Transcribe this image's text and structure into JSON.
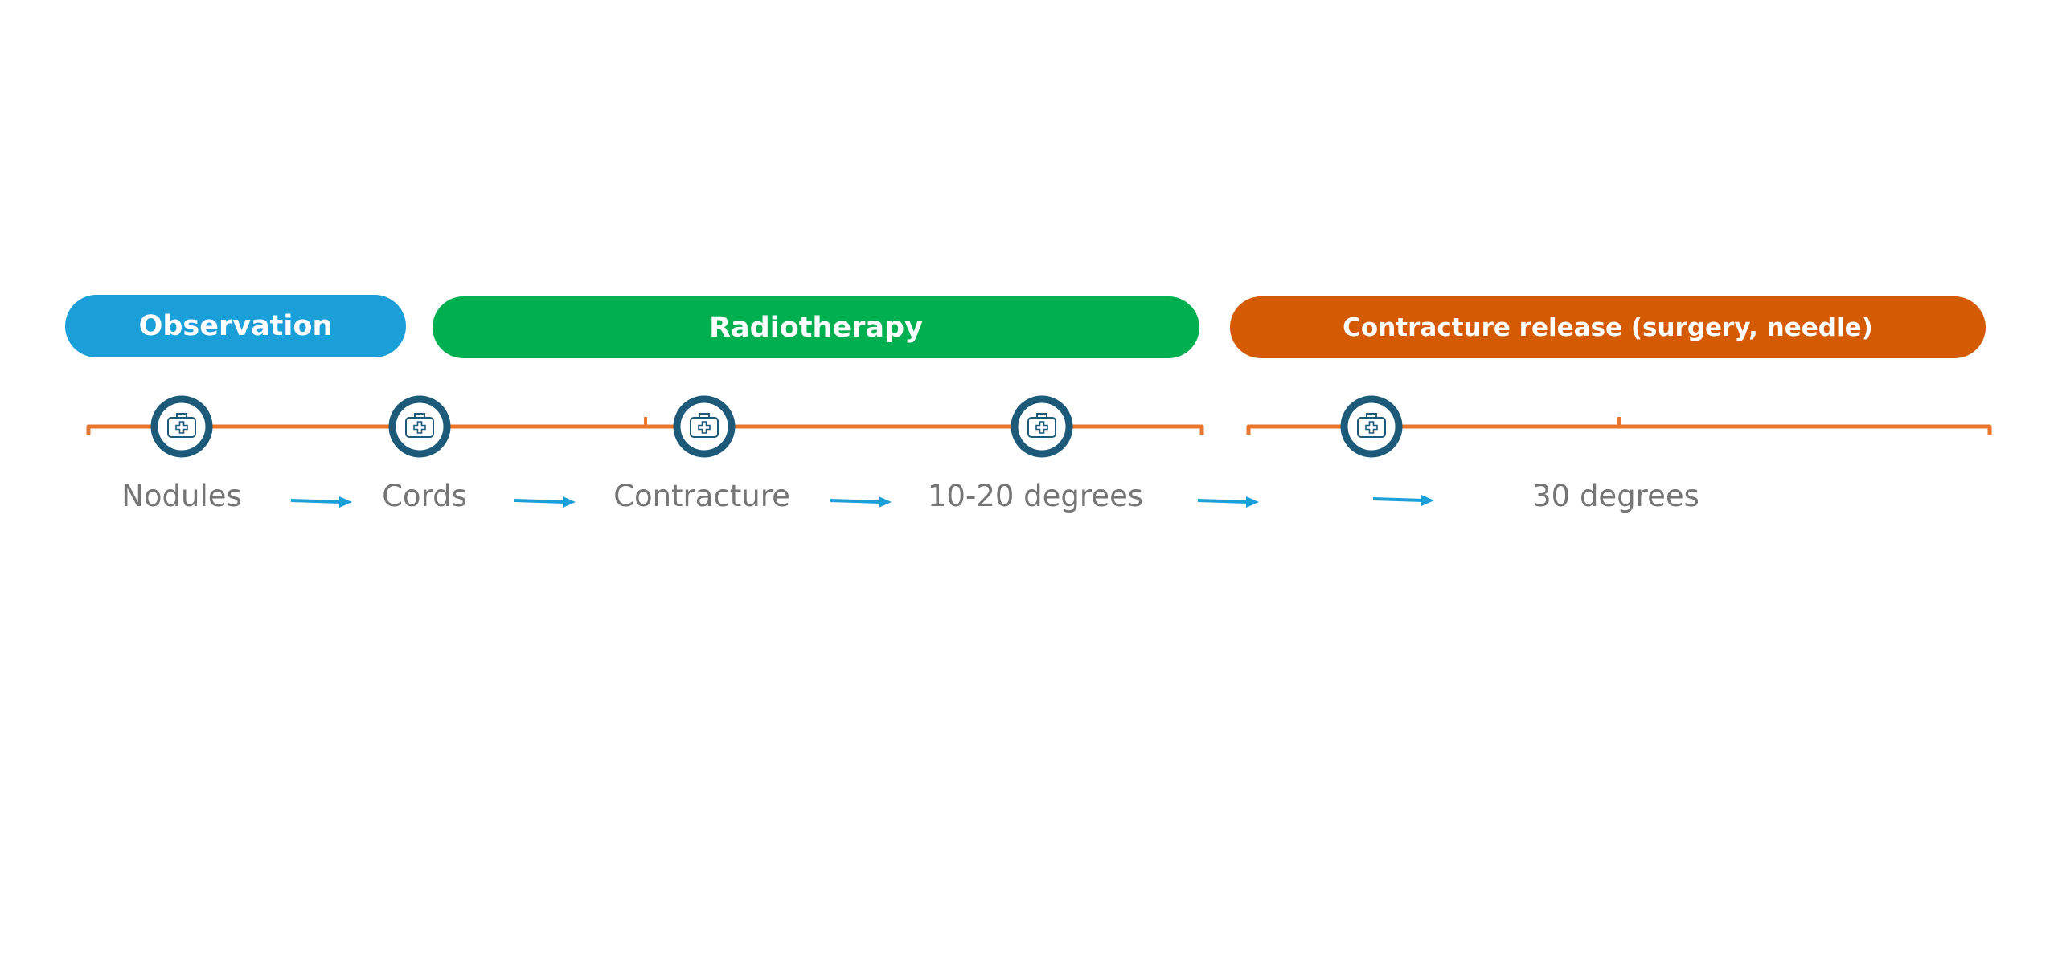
{
  "phases": [
    {
      "label": "Observation",
      "color": "#1A9FD8"
    },
    {
      "label": "Radiotherapy",
      "color": "#00B050"
    },
    {
      "label": "Contracture release (surgery, needle)",
      "color": "#D45A04"
    }
  ],
  "stages": [
    {
      "label": "Nodules"
    },
    {
      "label": "Cords"
    },
    {
      "label": "Contracture"
    },
    {
      "label": "10-20 degrees"
    },
    {
      "label": "30 degrees"
    }
  ],
  "colors": {
    "bracket": "#E8762E",
    "arrow": "#1A9FD8",
    "node_ring": "#1D5A7A",
    "label_text": "#757575"
  },
  "icons": {
    "node": "medical-kit-icon",
    "arrow": "arrow-right-icon"
  }
}
